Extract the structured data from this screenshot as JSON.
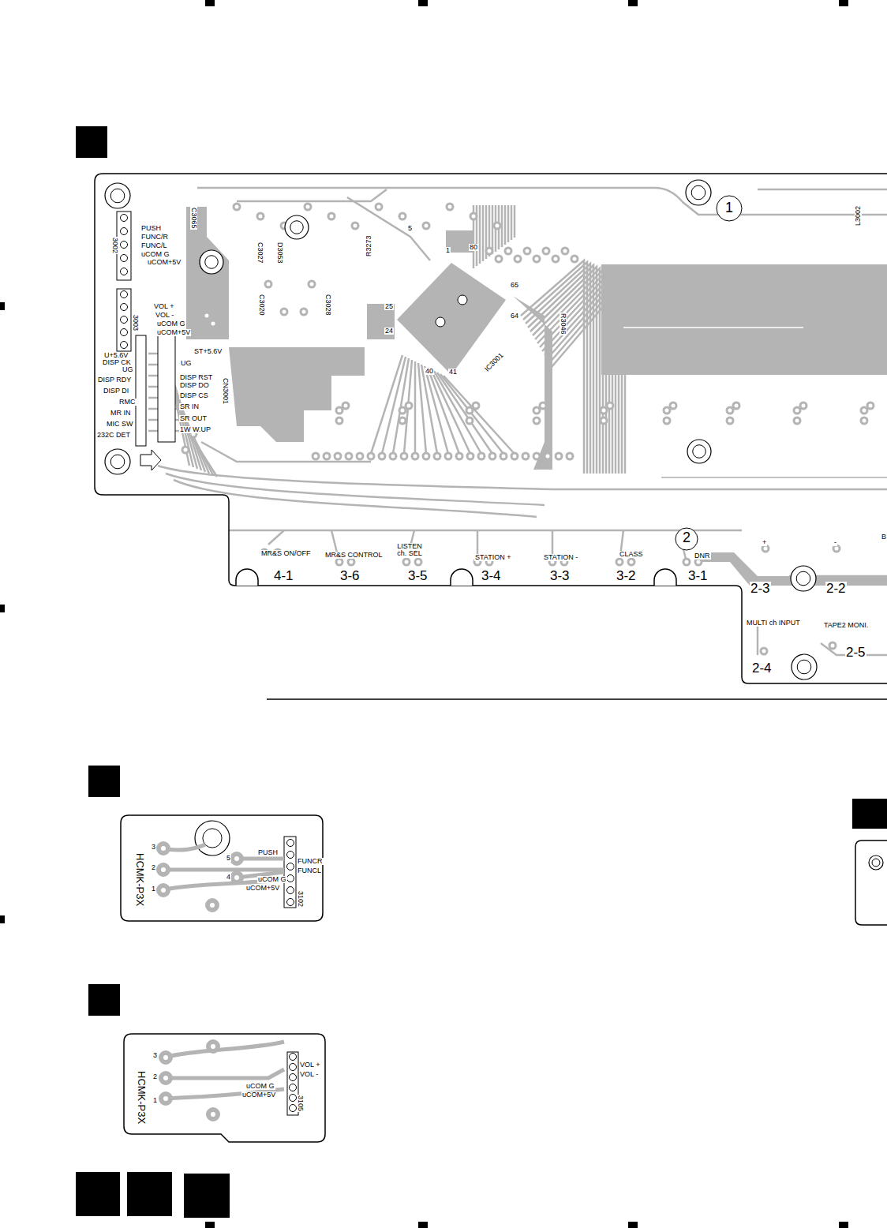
{
  "diagram": {
    "labels": [
      "PUSH",
      "FUNC/R",
      "FUNC/L",
      "uCOM G",
      "uCOM+5V",
      "3002",
      "C3065",
      "C3027",
      "D3053",
      "C3020",
      "C3028",
      "R3273",
      "5",
      "1",
      "80",
      "65",
      "64",
      "41",
      "40",
      "25",
      "24",
      "IC3001",
      "R3046",
      "L3002",
      "1",
      "VOL +",
      "VOL -",
      "uCOM G",
      "uCOM+5V",
      "3003",
      "ST+5.6V",
      "UG",
      "DISP RST",
      "DISP DO",
      "DISP CS",
      "SR IN",
      "SR OUT",
      "1W W.UP",
      "CN3001",
      "U+5.6V",
      "DISP CK",
      "UG",
      "DISP RDY",
      "DISP DI",
      "RMC",
      "MR IN",
      "MIC SW",
      "232C DET",
      "MR&S ON/OFF",
      "4-1",
      "MR&S CONTROL",
      "3-6",
      "LISTEN ch. SEL",
      "3-5",
      "STATION +",
      "3-4",
      "STATION -",
      "3-3",
      "CLASS",
      "3-2",
      "DNR",
      "3-1",
      "+",
      "-",
      "B",
      "2",
      "2-3",
      "2-2",
      "MULTI ch INPUT",
      "TAPE2 MONI.",
      "2-5",
      "2-4",
      "HCMK-P3X",
      "3",
      "2",
      "1",
      "5",
      "4",
      "PUSH",
      "FUNCR",
      "FUNCL",
      "uCOM G",
      "uCOM+5V",
      "3102",
      "HCMK-P3X",
      "3",
      "2",
      "1",
      "VOL +",
      "VOL -",
      "uCOM G",
      "uCOM+5V",
      "3105"
    ]
  }
}
